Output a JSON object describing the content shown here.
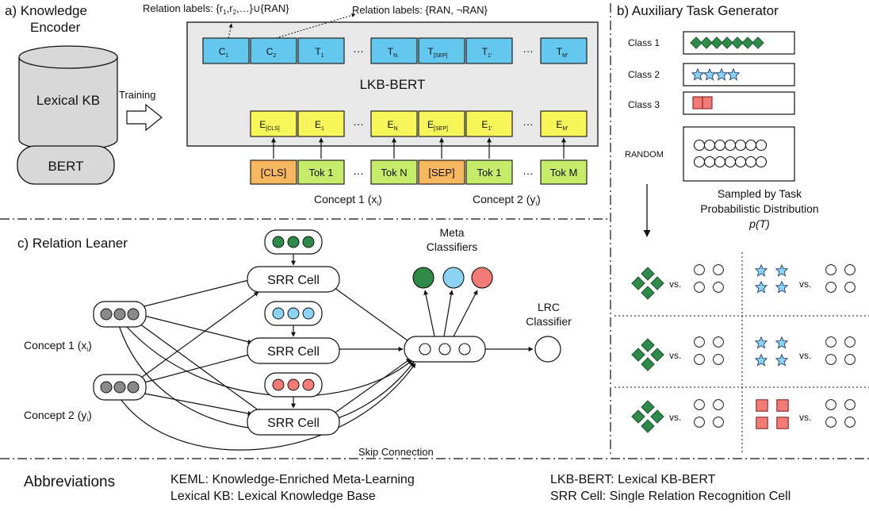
{
  "panel_a": {
    "title_line1": "a) Knowledge",
    "title_line2": "Encoder",
    "lexical_kb": "Lexical KB",
    "bert": "BERT",
    "training": "Training",
    "relation_labels_left": "Relation labels: {r",
    "relation_labels_left_mid": ",r",
    "relation_labels_left_end": ",…}∪{RAN}",
    "relation_labels_right": "Relation labels: {RAN, ¬RAN}",
    "model_name": "LKB-BERT",
    "top_tokens": [
      {
        "base": "C",
        "sub": "1",
        "color": "#64c8ee"
      },
      {
        "base": "C",
        "sub": "2",
        "color": "#64c8ee"
      },
      {
        "base": "T",
        "sub": "1",
        "color": "#64c8ee"
      },
      {
        "base": "T",
        "sub": "N",
        "color": "#64c8ee"
      },
      {
        "base": "T",
        "sub": "[SEP]",
        "color": "#64c8ee"
      },
      {
        "base": "T",
        "sub": "1'",
        "color": "#64c8ee"
      },
      {
        "base": "T",
        "sub": "M'",
        "color": "#64c8ee"
      }
    ],
    "embeddings": [
      {
        "base": "E",
        "sub": "[CLS]"
      },
      {
        "base": "E",
        "sub": "1"
      },
      {
        "base": "E",
        "sub": "N"
      },
      {
        "base": "E",
        "sub": "[SEP]"
      },
      {
        "base": "E",
        "sub": "1'"
      },
      {
        "base": "E",
        "sub": "M'"
      }
    ],
    "input_tokens": [
      "[CLS]",
      "Tok 1",
      "Tok N",
      "[SEP]",
      "Tok 1",
      "Tok M"
    ],
    "ellipsis": "…",
    "concept1": "Concept 1 (x",
    "concept1_sub": "i",
    "concept2": "Concept 2  (y",
    "concept2_sub": "i",
    "close_paren": ")"
  },
  "panel_b": {
    "title": "b) Auxiliary Task Generator",
    "class1": "Class 1",
    "class2": "Class 2",
    "class3": "Class 3",
    "random": "RANDOM",
    "sampled_line1": "Sampled by Task",
    "sampled_line2": "Probabilistic Distribution",
    "p_t": "p(T)",
    "vs": "vs."
  },
  "panel_c": {
    "title": "c) Relation Leaner",
    "meta_line1": "Meta",
    "meta_line2": "Classifiers",
    "lrc_line1": "LRC",
    "lrc_line2": "Classifier",
    "srr_cell": "SRR Cell",
    "concept1": "Concept 1 (x",
    "concept2": "Concept 2  (y",
    "sub_i": "i",
    "close_paren": ")",
    "skip_connection": "Skip Connection"
  },
  "abbreviations": {
    "title": "Abbreviations",
    "keml": "KEML: Knowledge-Enriched Meta-Learning",
    "lexical_kb": "Lexical KB: Lexical Knowledge Base",
    "lkb_bert": "LKB-BERT: Lexical KB-BERT",
    "srr_cell": "SRR Cell: Single Relation Recognition Cell"
  },
  "colors": {
    "green": "#2f8a4a",
    "blue": "#8cd2f2",
    "red": "#f27b78",
    "gray": "#8a8a8a",
    "embedding": "#f7f55a",
    "cls": "#f7b660",
    "tok": "#c5ec6a",
    "top_token": "#64c8ee"
  }
}
